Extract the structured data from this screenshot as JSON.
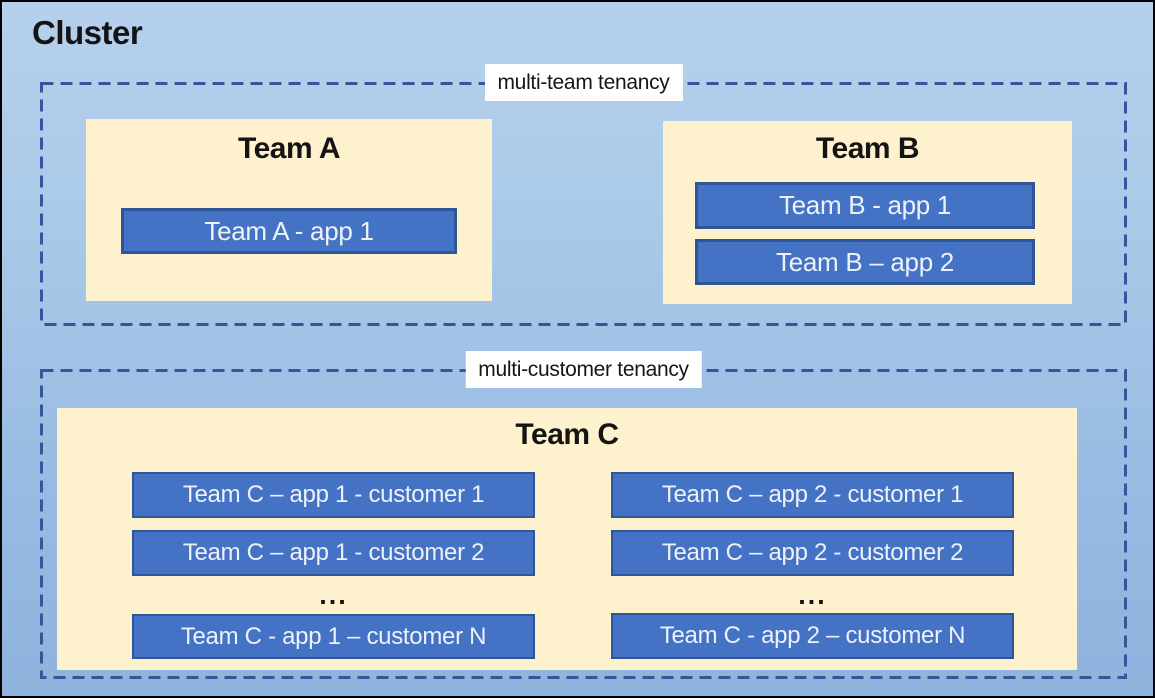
{
  "title": "Cluster",
  "sections": [
    {
      "label": "multi-team tenancy",
      "teams": [
        {
          "name": "Team A",
          "apps": [
            "Team A - app 1"
          ]
        },
        {
          "name": "Team B",
          "apps": [
            "Team B - app 1",
            "Team B – app 2"
          ]
        }
      ]
    },
    {
      "label": "multi-customer tenancy",
      "teams": [
        {
          "name": "Team C",
          "columns": [
            {
              "apps": [
                "Team C – app 1 - customer 1",
                "Team C – app 1 - customer 2",
                "Team C - app 1 – customer N"
              ],
              "ellipsis": "..."
            },
            {
              "apps": [
                "Team C – app 2 - customer 1",
                "Team C – app 2 - customer 2",
                "Team C - app 2 – customer N"
              ],
              "ellipsis": "..."
            }
          ]
        }
      ]
    }
  ],
  "colors": {
    "background_top": "#B6D0EC",
    "background_bottom": "#8EB3DE",
    "panel": "#FEF1CD",
    "app_fill": "#4472C4",
    "app_border": "#2F5597",
    "dashed_border": "#35569B",
    "label_background": "#FFFFFF",
    "text_dark": "#141414",
    "text_light": "#EDF2FA"
  }
}
